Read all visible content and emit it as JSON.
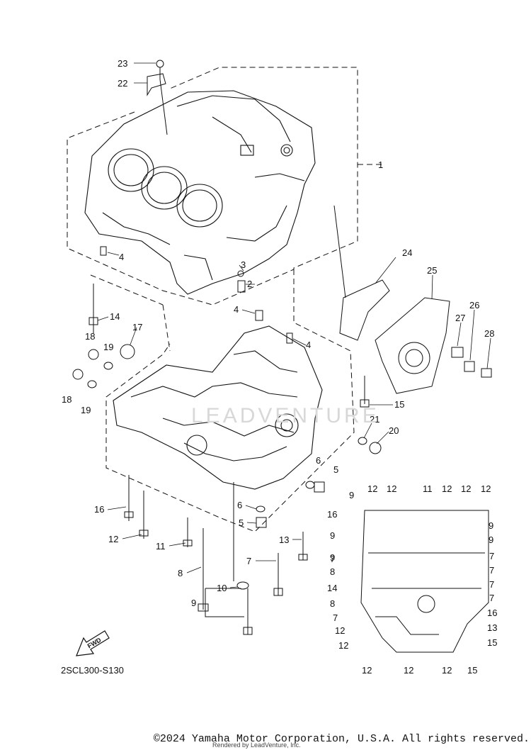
{
  "diagram": {
    "code": "2SCL300-S130",
    "copyright": "©2024 Yamaha Motor Corporation, U.S.A. All rights reserved.",
    "render_credit": "Rendered by LeadVenture, Inc.",
    "fwd_label": "FWD",
    "watermark": "LEADVENTURE"
  },
  "callouts": [
    {
      "n": "23"
    },
    {
      "n": "22"
    },
    {
      "n": "1"
    },
    {
      "n": "4"
    },
    {
      "n": "3"
    },
    {
      "n": "2"
    },
    {
      "n": "4"
    },
    {
      "n": "4"
    },
    {
      "n": "14"
    },
    {
      "n": "17"
    },
    {
      "n": "18"
    },
    {
      "n": "19"
    },
    {
      "n": "18"
    },
    {
      "n": "19"
    },
    {
      "n": "24"
    },
    {
      "n": "25"
    },
    {
      "n": "27"
    },
    {
      "n": "26"
    },
    {
      "n": "28"
    },
    {
      "n": "15"
    },
    {
      "n": "21"
    },
    {
      "n": "20"
    },
    {
      "n": "6"
    },
    {
      "n": "5"
    },
    {
      "n": "16"
    },
    {
      "n": "12"
    },
    {
      "n": "11"
    },
    {
      "n": "8"
    },
    {
      "n": "6"
    },
    {
      "n": "5"
    },
    {
      "n": "13"
    },
    {
      "n": "7"
    },
    {
      "n": "10"
    },
    {
      "n": "9"
    },
    {
      "n": "9"
    },
    {
      "n": "12"
    },
    {
      "n": "12"
    },
    {
      "n": "11"
    },
    {
      "n": "12"
    },
    {
      "n": "12"
    },
    {
      "n": "12"
    },
    {
      "n": "16"
    },
    {
      "n": "9"
    },
    {
      "n": "9"
    },
    {
      "n": "9"
    },
    {
      "n": "9"
    },
    {
      "n": "7"
    },
    {
      "n": "7"
    },
    {
      "n": "8"
    },
    {
      "n": "7"
    },
    {
      "n": "14"
    },
    {
      "n": "7"
    },
    {
      "n": "8"
    },
    {
      "n": "7"
    },
    {
      "n": "7"
    },
    {
      "n": "16"
    },
    {
      "n": "12"
    },
    {
      "n": "13"
    },
    {
      "n": "12"
    },
    {
      "n": "15"
    },
    {
      "n": "12"
    },
    {
      "n": "12"
    },
    {
      "n": "12"
    },
    {
      "n": "15"
    }
  ]
}
